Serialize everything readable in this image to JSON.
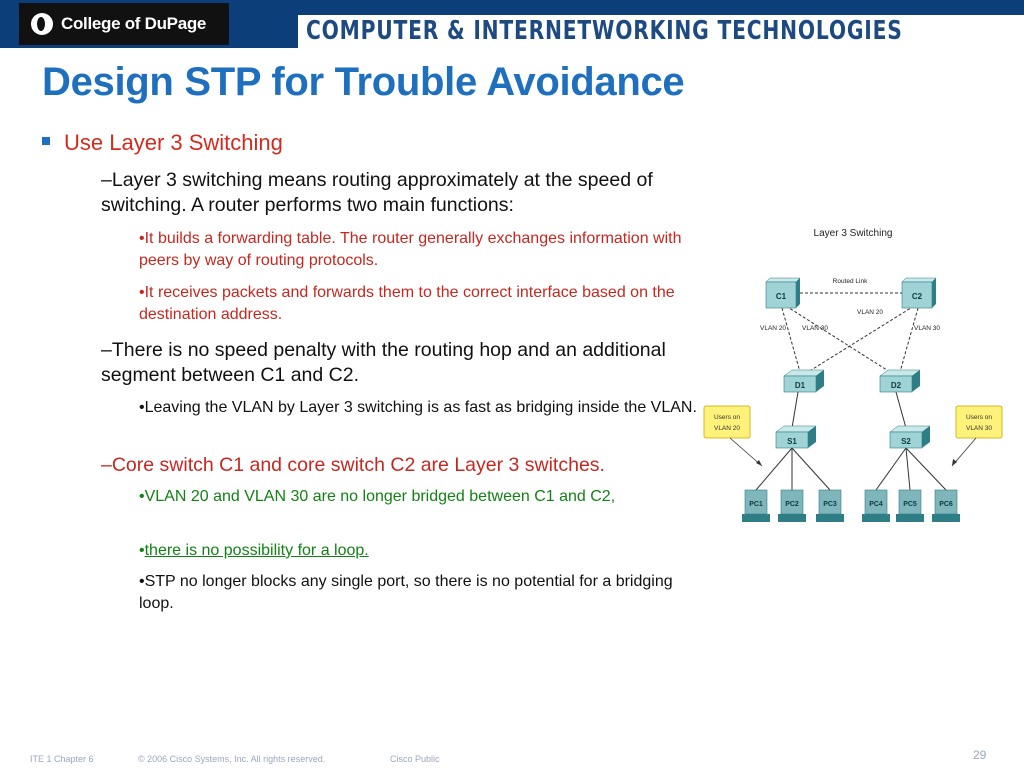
{
  "header": {
    "logo_text": "College of DuPage",
    "banner_text": "COMPUTER & INTERNETWORKING TECHNOLOGIES"
  },
  "slide": {
    "title": "Design STP for Trouble Avoidance",
    "bullet_main": "Use Layer 3 Switching",
    "sub1": "–Layer 3 switching means routing approximately at the speed of switching. A router performs two main functions:",
    "sub1_items": [
      "•It builds a forwarding table. The router generally exchanges information with peers by way of routing protocols.",
      "•It receives packets and forwards them to the correct interface based on the destination address."
    ],
    "sub2": "–There is no speed penalty with the routing hop and an additional segment between C1 and C2.",
    "sub2_items": [
      "•Leaving the VLAN by Layer 3 switching is as fast as bridging inside the VLAN."
    ],
    "sub3": "–Core switch C1 and core switch C2 are Layer 3 switches.",
    "sub3_items": [
      "•VLAN 20 and VLAN 30 are no longer bridged between C1 and C2,",
      "there is no possibility for a loop.",
      "•STP no longer blocks any single port, so there is no potential for a bridging loop."
    ],
    "sub3_bullet_prefix": "•"
  },
  "diagram": {
    "title": "Layer 3 Switching",
    "routed_link": "Routed Link",
    "vlan20": "VLAN 20",
    "vlan30": "VLAN 30",
    "switches": {
      "c1": "C1",
      "c2": "C2",
      "d1": "D1",
      "d2": "D2",
      "s1": "S1",
      "s2": "S2"
    },
    "users_left_line1": "Users on",
    "users_left_line2": "VLAN 20",
    "users_right_line1": "Users on",
    "users_right_line2": "VLAN 30",
    "pcs": [
      "PC1",
      "PC2",
      "PC3",
      "PC4",
      "PC5",
      "PC6"
    ],
    "colors": {
      "switch_top": "#9fd3d6",
      "switch_side": "#2f7e86",
      "users_box": "#fff27a",
      "users_border": "#c9a900"
    }
  },
  "footer": {
    "chapter": "ITE 1 Chapter 6",
    "copyright": "© 2006 Cisco Systems, Inc. All rights reserved.",
    "classification": "Cisco Public",
    "page": "29"
  }
}
